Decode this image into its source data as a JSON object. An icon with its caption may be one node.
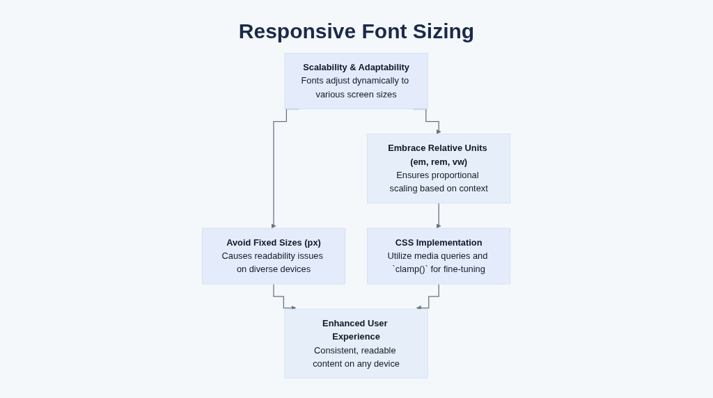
{
  "diagram": {
    "title": "Responsive Font Sizing",
    "nodes": [
      {
        "text": [
          "Scalability & Adaptability",
          "Fonts adjust dynamically to various screen sizes"
        ]
      },
      {
        "text": [
          "Avoid Fixed Sizes (px)",
          "Causes readability issues on diverse devices"
        ]
      },
      {
        "text": [
          "Embrace Relative Units (em, rem, vw)",
          "Ensures proportional scaling based on context"
        ]
      },
      {
        "text": [
          "CSS Implementation",
          "Utilize media queries and `clamp()` for fine-tuning"
        ]
      },
      {
        "text": [
          "Enhanced User Experience",
          "Consistent, readable content on any device"
        ]
      }
    ],
    "edges": [
      {
        "from": 0,
        "to": 1,
        "arrow": "to"
      },
      {
        "from": 0,
        "to": 2,
        "arrow": "to"
      },
      {
        "from": 2,
        "to": 3,
        "arrow": "to"
      },
      {
        "from": 1,
        "to": 4,
        "arrow": "to"
      },
      {
        "from": 3,
        "to": 4,
        "arrow": "to"
      }
    ]
  }
}
